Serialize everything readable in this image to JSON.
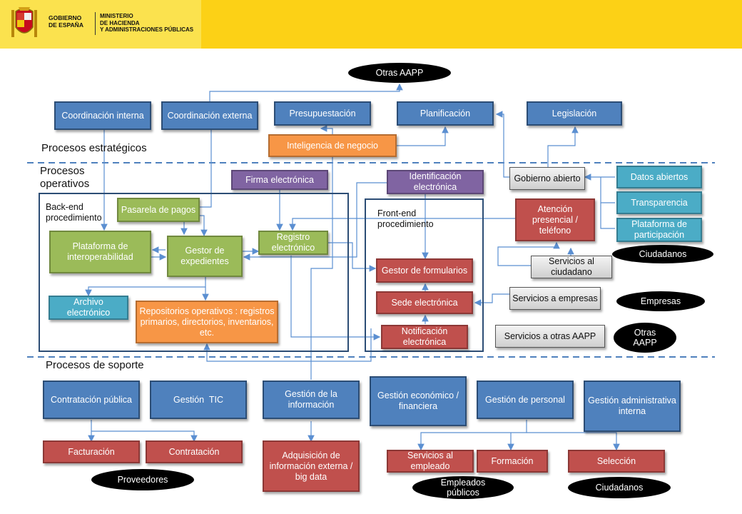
{
  "header": {
    "gobierno_line1": "GOBIERNO",
    "gobierno_line2": "DE ESPAÑA",
    "ministerio_line1": "MINISTERIO",
    "ministerio_line2": "DE HACIENDA",
    "ministerio_line3": "Y ADMINISTRACIONES PÚBLICAS"
  },
  "sections": {
    "estrategicos": "Procesos estratégicos",
    "operativos_1": "Procesos",
    "operativos_2": "operativos",
    "soporte": "Procesos de soporte",
    "backend_1": "Back-end",
    "backend_2": "procedimiento",
    "frontend_1": "Front-end",
    "frontend_2": "procedimiento"
  },
  "actors": {
    "otras_aapp_top": "Otras AAPP",
    "ciudadanos": "Ciudadanos",
    "empresas": "Empresas",
    "otras_aapp_1": "Otras",
    "otras_aapp_2": "AAPP",
    "proveedores": "Proveedores",
    "empleados_1": "Empleados",
    "empleados_2": "públicos",
    "ciudadanos_bottom": "Ciudadanos"
  },
  "strategic": {
    "coord_interna": "Coordinación interna",
    "coord_externa": "Coordinación externa",
    "presupuestacion": "Presupuestación",
    "planificacion": "Planificación",
    "legislacion": "Legislación",
    "inteligencia": "Inteligencia de negocio"
  },
  "operational": {
    "firma": "Firma electrónica",
    "identificacion": "Identificación electrónica",
    "pasarela": "Pasarela de pagos",
    "plataforma_interop": "Plataforma de interoperabilidad",
    "gestor_expedientes": "Gestor de expedientes",
    "registro": "Registro electrónico",
    "archivo": "Archivo electrónico",
    "repositorios": "Repositorios operativos : registros primarios, directorios, inventarios, etc.",
    "gestor_formularios": "Gestor de formularios",
    "sede": "Sede electrónica",
    "notificacion": "Notificación electrónica",
    "atencion": "Atención presencial / teléfono",
    "gobierno_abierto": "Gobierno abierto",
    "datos_abiertos": "Datos abiertos",
    "transparencia": "Transparencia",
    "plataforma_participacion": "Plataforma de participación",
    "serv_ciudadano": "Servicios al ciudadano",
    "serv_empresas": "Servicios a empresas",
    "serv_aapp": "Servicios a otras AAPP"
  },
  "support": {
    "contratacion_publica": "Contratación pública",
    "gestion_tic": "Gestión  TIC",
    "gestion_informacion": "Gestión de la información",
    "gestion_economica": "Gestión económico / financiera",
    "gestion_personal": "Gestión de personal",
    "gestion_administrativa": "Gestión administrativa interna",
    "facturacion": "Facturación",
    "contratacion": "Contratación",
    "adquisicion": "Adquisición de información externa / big data",
    "serv_empleado": "Servicios al empleado",
    "formacion": "Formación",
    "seleccion": "Selección"
  },
  "colors": {
    "header_yellow": "#fcd116",
    "blue": "#4f81bd",
    "orange": "#f79646",
    "purple": "#8064a2",
    "green": "#9bbb59",
    "red": "#c0504d",
    "teal": "#4bacc6",
    "connector": "#5b8fd1"
  }
}
